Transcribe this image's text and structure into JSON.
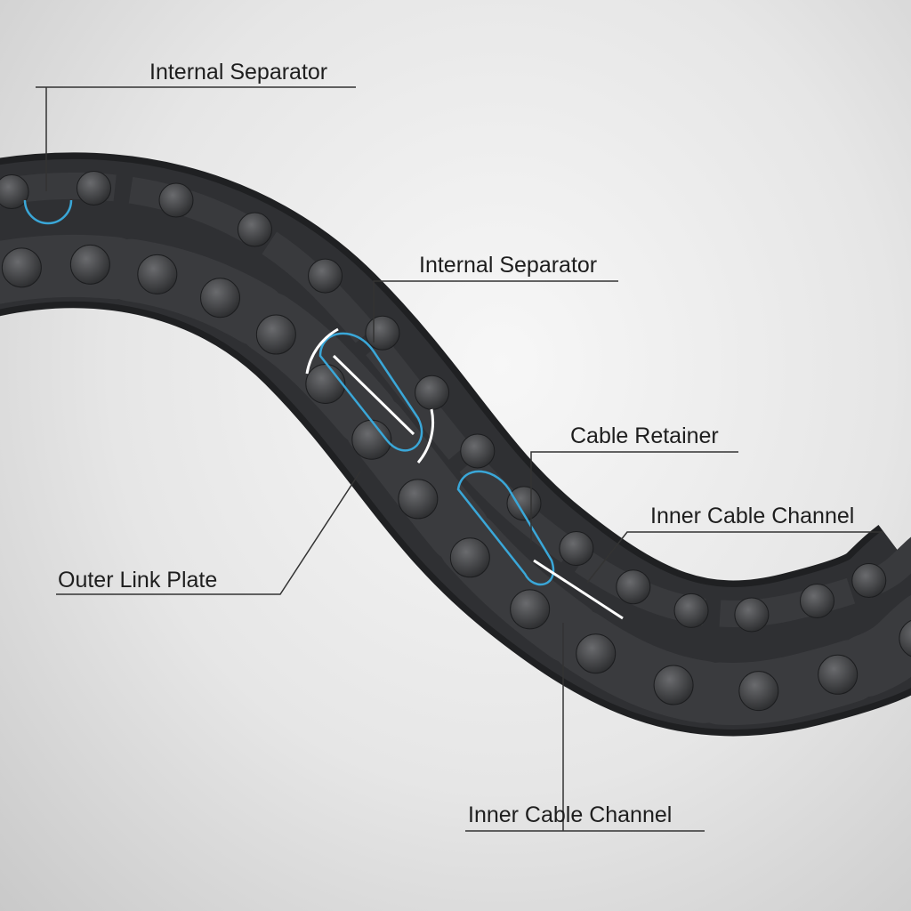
{
  "labels": {
    "internal_separator_top": "Internal Separator",
    "internal_separator_mid": "Internal Separator",
    "cable_retainer": "Cable Retainer",
    "inner_cable_channel_right": "Inner Cable Channel",
    "outer_link_plate": "Outer Link Plate",
    "inner_cable_channel_bottom": "Inner Cable Channel"
  },
  "colors": {
    "chain": "#2f3033",
    "plate": "#3b3c3f",
    "pin": "#46474a",
    "highlight": "#3aa7d8",
    "leader": "#333333"
  }
}
